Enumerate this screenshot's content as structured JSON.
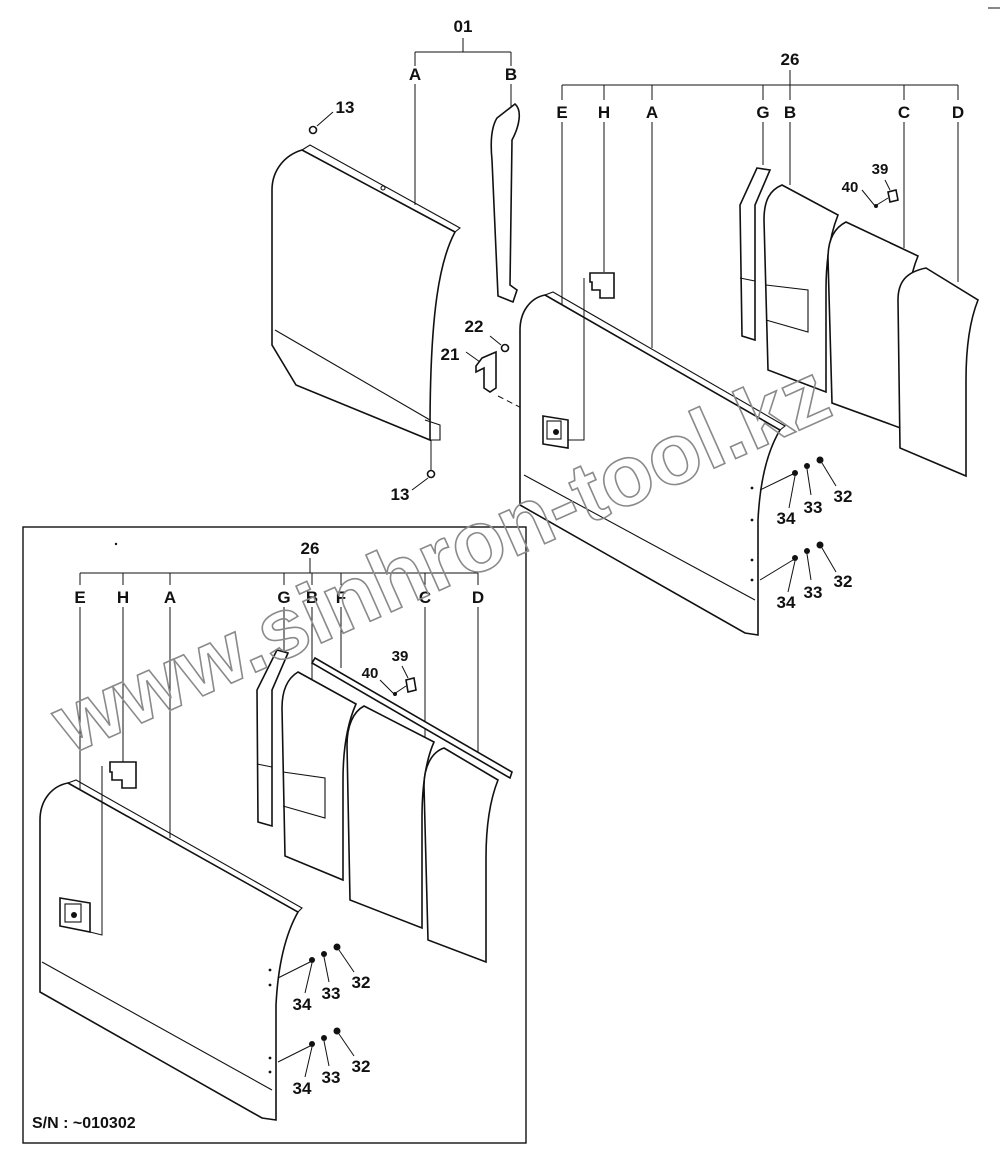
{
  "top_group": {
    "group_01": "01",
    "group_01_letters": [
      "A",
      "B"
    ],
    "group_26": "26",
    "group_26_letters": [
      "E",
      "H",
      "A",
      "G",
      "B",
      "C",
      "D"
    ]
  },
  "top_parts": {
    "p13_top": "13",
    "p13_bottom": "13",
    "p22": "22",
    "p21": "21",
    "p39": "39",
    "p40": "40",
    "row1": [
      "34",
      "33",
      "32"
    ],
    "row2": [
      "34",
      "33",
      "32"
    ]
  },
  "inset": {
    "group_26": "26",
    "letters": [
      "E",
      "H",
      "A",
      "G",
      "B",
      "F",
      "C",
      "D"
    ],
    "p40": "40",
    "p39": "39",
    "row1": [
      "34",
      "33",
      "32"
    ],
    "row2": [
      "34",
      "33",
      "32"
    ],
    "serial": "S/N :  ~010302"
  },
  "watermark": "www.sinhron-tool.kz"
}
